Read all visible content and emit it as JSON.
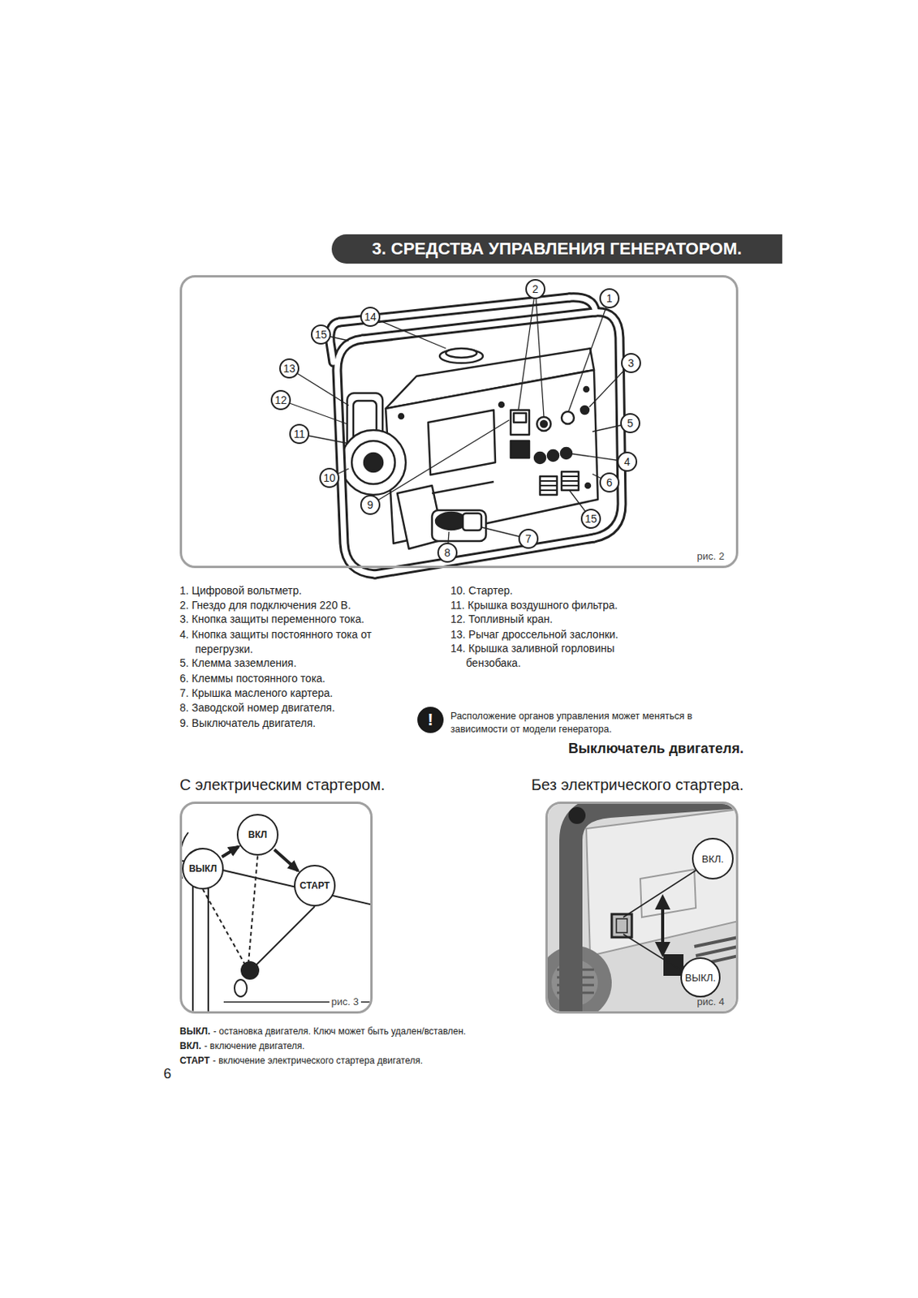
{
  "diagram": {
    "title": "3. СРЕДСТВА УПРАВЛЕНИЯ ГЕНЕРАТОРОМ.",
    "nodes": [
      {
        "text": [
          "рис. 2"
        ]
      },
      {
        "text": [
          "2"
        ],
        "in": 0
      },
      {
        "text": [
          "1"
        ],
        "in": 0
      },
      {
        "text": [
          "14"
        ],
        "in": 0
      },
      {
        "text": [
          "15"
        ],
        "in": 0
      },
      {
        "text": [
          "13"
        ],
        "in": 0
      },
      {
        "text": [
          "3"
        ],
        "in": 0
      },
      {
        "text": [
          "12"
        ],
        "in": 0
      },
      {
        "text": [
          "5"
        ],
        "in": 0
      },
      {
        "text": [
          "11"
        ],
        "in": 0
      },
      {
        "text": [
          "4"
        ],
        "in": 0
      },
      {
        "text": [
          "10"
        ],
        "in": 0
      },
      {
        "text": [
          "6"
        ],
        "in": 0
      },
      {
        "text": [
          "9"
        ],
        "in": 0
      },
      {
        "text": [
          "15"
        ],
        "in": 0
      },
      {
        "text": [
          "7"
        ],
        "in": 0
      },
      {
        "text": [
          "8"
        ],
        "in": 0
      },
      {
        "text": [
          "!"
        ]
      },
      {
        "text": [
          "рис. 3"
        ]
      },
      {
        "text": [
          "ВЫКЛ"
        ],
        "in": 18
      },
      {
        "text": [
          "ВКЛ"
        ],
        "in": 18
      },
      {
        "text": [
          "СТАРТ"
        ],
        "in": 18
      },
      {
        "text": [
          "рис. 4"
        ]
      },
      {
        "text": [
          "ВКЛ."
        ],
        "in": 22
      },
      {
        "text": [
          "ВЫКЛ."
        ],
        "in": 22
      }
    ],
    "edges": [
      {
        "from": 19,
        "to": 20,
        "arrow": "to"
      },
      {
        "from": 20,
        "to": 21,
        "arrow": "to"
      }
    ],
    "labels": [
      "1. Цифровой вольтметр.",
      "2. Гнездо для подключения 220 В.",
      "3. Кнопка защиты переменного тока.",
      "4. Кнопка защиты постоянного тока от перегрузки.",
      "5. Клемма заземления.",
      "6. Клеммы постоянного тока.",
      "7. Крышка масленого картера.",
      "8. Заводской номер двигателя.",
      "9. Выключатель двигателя.",
      "10. Стартер.",
      "11. Крышка воздушного фильтра.",
      "12. Топливный кран.",
      "13. Рычаг дроссельной заслонки.",
      "14. Крышка заливной горловины бензобака.",
      "Расположение органов управления может меняться в зависимости от модели генератора.",
      "Выключатель двигателя.",
      "С электрическим стартером.",
      "Без электрического стартера.",
      "ВЫКЛ.",
      "- остановка двигателя. Ключ может быть удален/вставлен.",
      "ВКЛ.",
      "- включение двигателя.",
      "СТАРТ",
      "- включение электрического стартера двигателя.",
      "6"
    ]
  }
}
